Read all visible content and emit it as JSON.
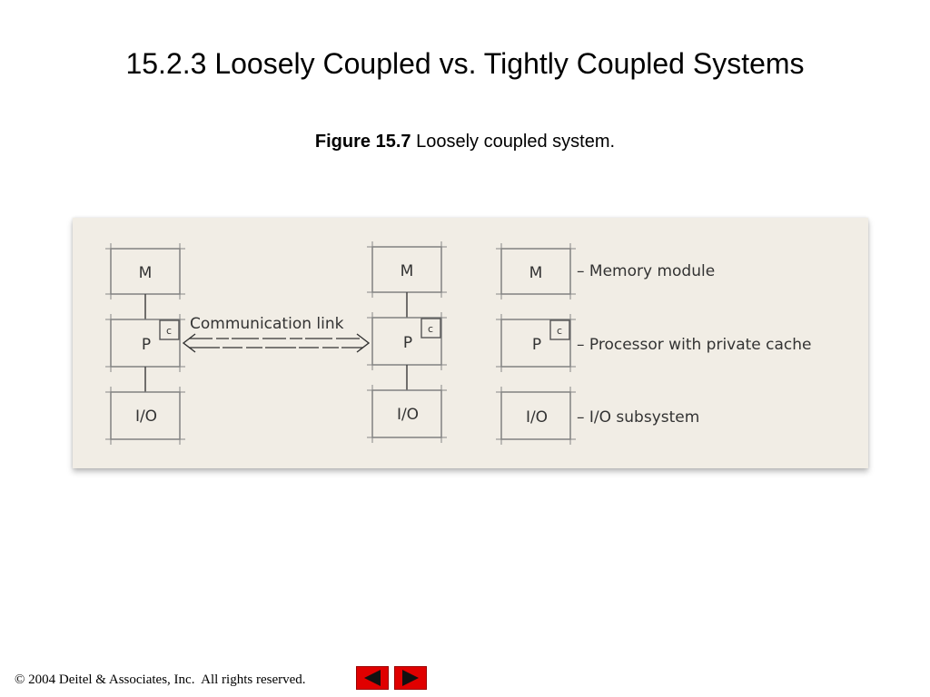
{
  "slide": {
    "title": "15.2.3 Loosely Coupled vs. Tightly Coupled Systems"
  },
  "figure": {
    "caption_label": "Figure 15.7",
    "caption_text": " Loosely coupled system."
  },
  "diagram": {
    "memory_label": "M",
    "processor_label": "P",
    "cache_label": "c",
    "io_label": "I/O",
    "link_label": "Communication link",
    "legend": [
      "– Memory module",
      "– Processor with private cache",
      "– I/O subsystem"
    ]
  },
  "footer": {
    "copyright": "© 2004 Deitel & Associates, Inc.  All rights reserved."
  },
  "colors": {
    "panel_bg": "#f1ede5",
    "nav_button": "#e00000"
  },
  "icons": {
    "prev": "triangle-left-icon",
    "next": "triangle-right-icon"
  }
}
